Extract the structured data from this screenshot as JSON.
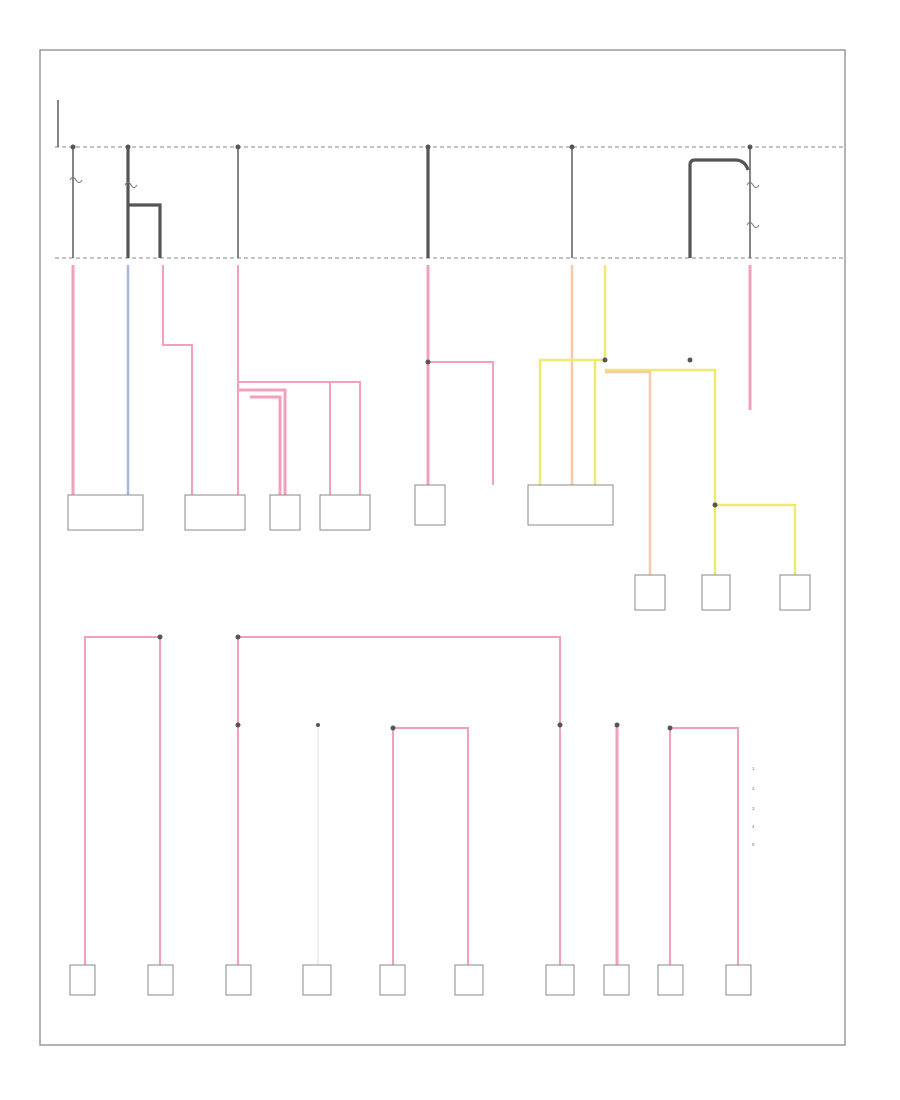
{
  "diagram": {
    "title": "",
    "header_top_right": "",
    "footer_left": ""
  },
  "colors": {
    "pink_wire": "#f3a0b8",
    "blue_wire": "#a8b8d8",
    "yellow_wire": "#eeea70",
    "peach_wire": "#f8c8a8",
    "black_wire": "#555555",
    "frame": "#9a9a9a"
  },
  "icons": {
    "fuse": "fuse-icon",
    "splice": "splice-dot-icon",
    "ground": "ground-icon",
    "connector": "connector-icon"
  },
  "legend": [
    {
      "symbol": "1",
      "text": ""
    },
    {
      "symbol": "2",
      "text": ""
    },
    {
      "symbol": "3",
      "text": ""
    },
    {
      "symbol": "4",
      "text": ""
    },
    {
      "symbol": "5",
      "text": ""
    }
  ]
}
